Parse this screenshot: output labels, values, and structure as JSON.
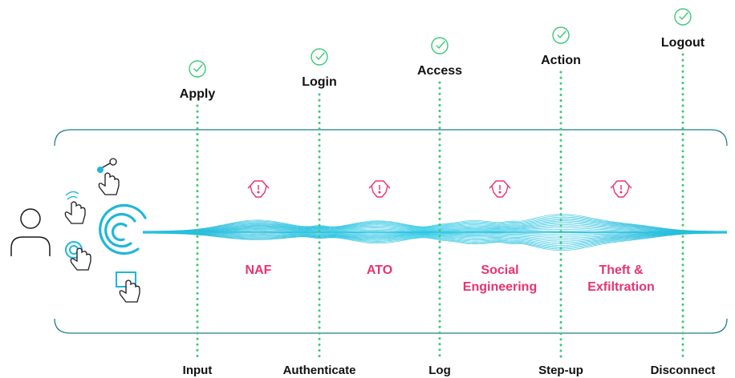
{
  "stages": [
    {
      "top": "Apply",
      "bottom": "Input"
    },
    {
      "top": "Login",
      "bottom": "Authenticate"
    },
    {
      "top": "Access",
      "bottom": "Log"
    },
    {
      "top": "Action",
      "bottom": "Step-up"
    },
    {
      "top": "Logout",
      "bottom": "Disconnect"
    }
  ],
  "threats": [
    {
      "lines": [
        "NAF"
      ]
    },
    {
      "lines": [
        "ATO"
      ]
    },
    {
      "lines": [
        "Social",
        "Engineering"
      ]
    },
    {
      "lines": [
        "Theft &",
        "Exfiltration"
      ]
    }
  ],
  "colors": {
    "check": "#3ec97a",
    "dotted": "#3ec97a",
    "frame": "#1e7e8c",
    "threat": "#e8336f",
    "wave": "#27c4e0",
    "icon": "#1a1a1a"
  },
  "icons": [
    "user-icon",
    "fingerprint-icon",
    "swipe-gesture-icon",
    "tap-gesture-icon",
    "double-tap-icon",
    "click-gesture-icon",
    "check-icon",
    "threat-face-icon"
  ]
}
